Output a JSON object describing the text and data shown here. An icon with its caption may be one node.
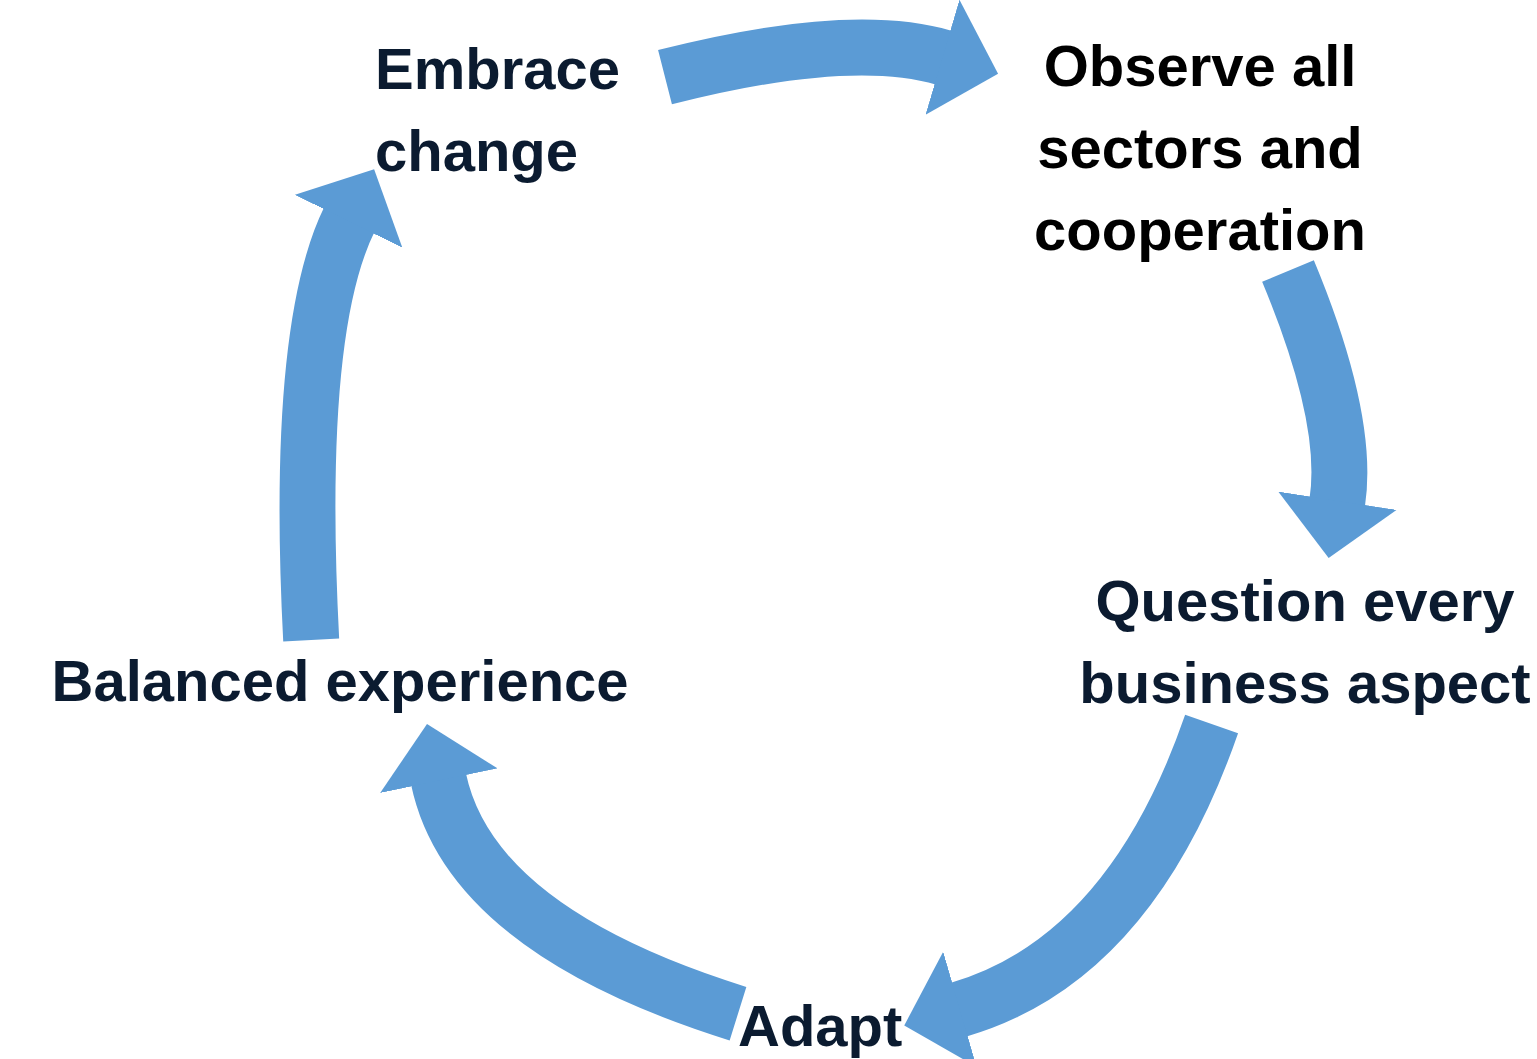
{
  "diagram": {
    "nodes": [
      {
        "text": [
          "Embrace change"
        ]
      },
      {
        "text": [
          "Observe all sectors and cooperation"
        ]
      },
      {
        "text": [
          "Question every business aspect"
        ]
      },
      {
        "text": [
          "Adapt"
        ]
      },
      {
        "text": [
          "Balanced experience"
        ]
      }
    ],
    "edges": [
      {
        "from": 0,
        "to": 1,
        "arrow": "to"
      },
      {
        "from": 1,
        "to": 2,
        "arrow": "to"
      },
      {
        "from": 2,
        "to": 3,
        "arrow": "to"
      },
      {
        "from": 3,
        "to": 4,
        "arrow": "to"
      },
      {
        "from": 4,
        "to": 0,
        "arrow": "to"
      }
    ]
  }
}
